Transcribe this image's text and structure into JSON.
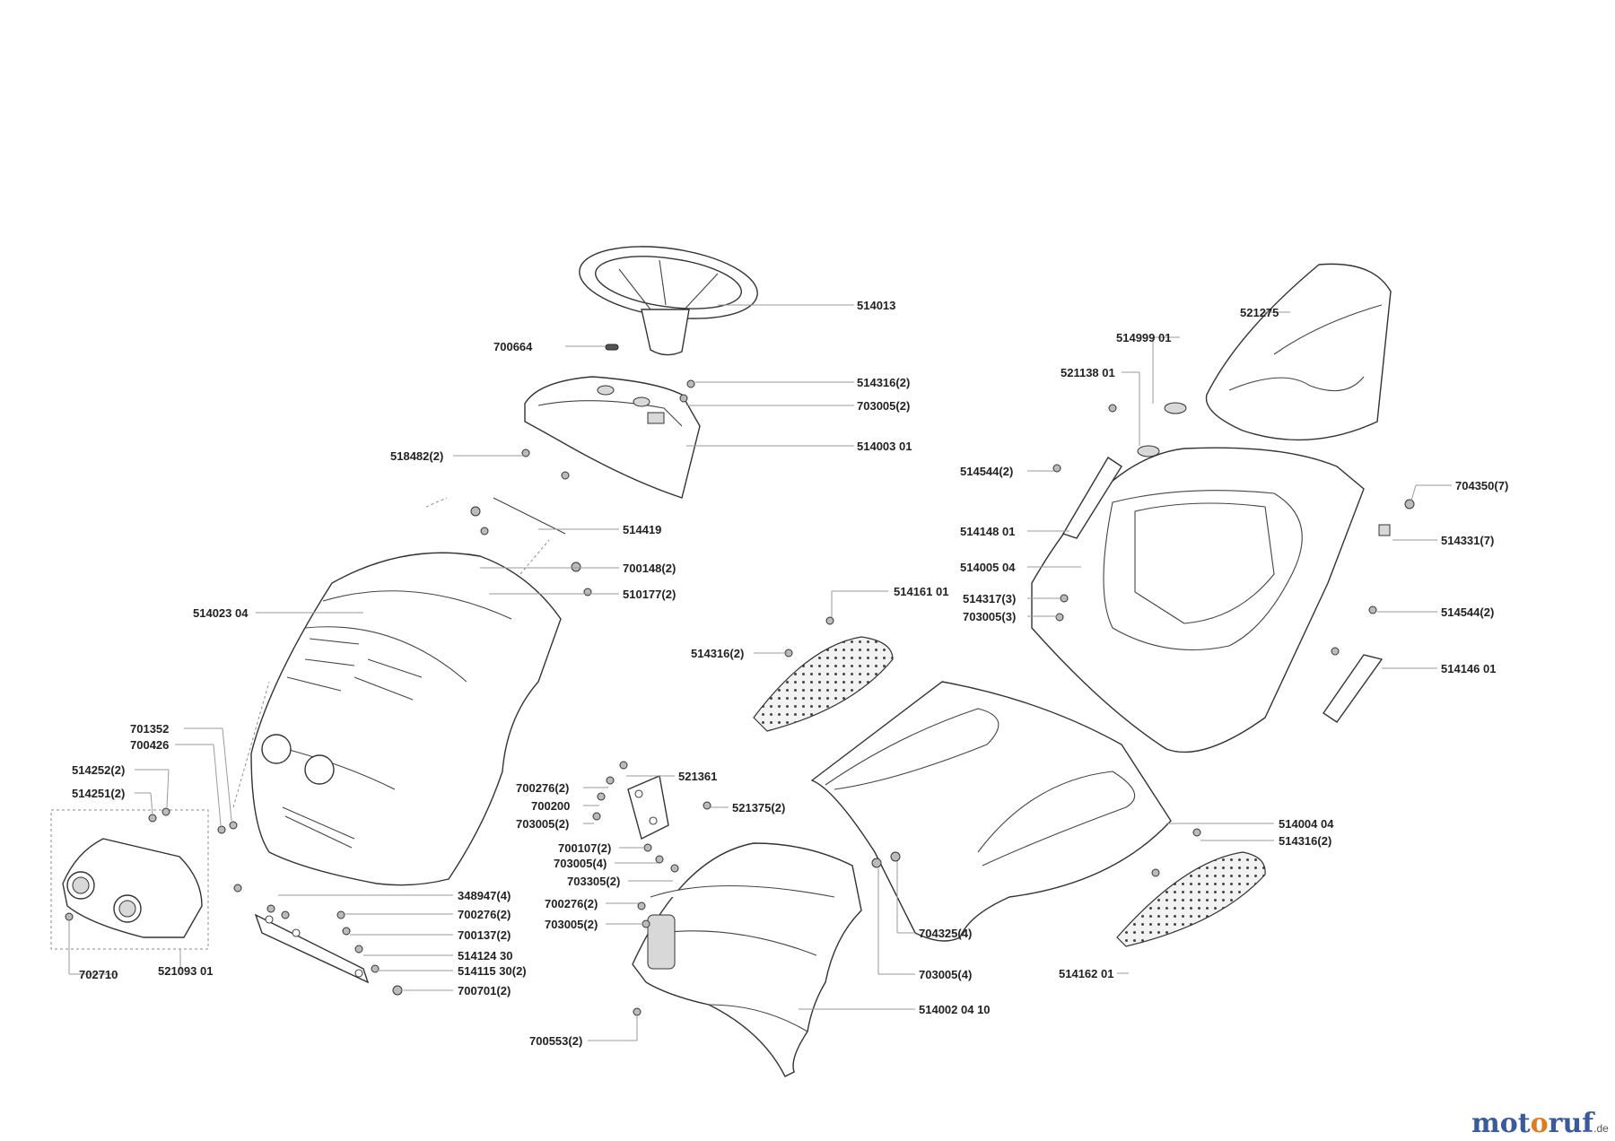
{
  "parts": [
    {
      "id": "514013",
      "label": "514013"
    },
    {
      "id": "700664",
      "label": "700664"
    },
    {
      "id": "514316-2-a",
      "label": "514316(2)"
    },
    {
      "id": "703005-2-a",
      "label": "703005(2)"
    },
    {
      "id": "518482-2",
      "label": "518482(2)"
    },
    {
      "id": "514003-01",
      "label": "514003 01"
    },
    {
      "id": "514419",
      "label": "514419"
    },
    {
      "id": "700148-2",
      "label": "700148(2)"
    },
    {
      "id": "510177-2",
      "label": "510177(2)"
    },
    {
      "id": "514023-04",
      "label": "514023 04"
    },
    {
      "id": "701352",
      "label": "701352"
    },
    {
      "id": "700426",
      "label": "700426"
    },
    {
      "id": "514252-2",
      "label": "514252(2)"
    },
    {
      "id": "514251-2",
      "label": "514251(2)"
    },
    {
      "id": "702710",
      "label": "702710"
    },
    {
      "id": "521093-01",
      "label": "521093 01"
    },
    {
      "id": "348947-4",
      "label": "348947(4)"
    },
    {
      "id": "700276-2-a",
      "label": "700276(2)"
    },
    {
      "id": "700137-2",
      "label": "700137(2)"
    },
    {
      "id": "514124-30",
      "label": "514124 30"
    },
    {
      "id": "514115-30-2",
      "label": "514115 30(2)"
    },
    {
      "id": "700701-2",
      "label": "700701(2)"
    },
    {
      "id": "700276-2-b",
      "label": "700276(2)"
    },
    {
      "id": "700200",
      "label": "700200"
    },
    {
      "id": "703005-2-b",
      "label": "703005(2)"
    },
    {
      "id": "521361",
      "label": "521361"
    },
    {
      "id": "521375-2",
      "label": "521375(2)"
    },
    {
      "id": "700107-2",
      "label": "700107(2)"
    },
    {
      "id": "703005-4-a",
      "label": "703005(4)"
    },
    {
      "id": "703305-2",
      "label": "703305(2)"
    },
    {
      "id": "700276-2-c",
      "label": "700276(2)"
    },
    {
      "id": "703005-2-c",
      "label": "703005(2)"
    },
    {
      "id": "700553-2",
      "label": "700553(2)"
    },
    {
      "id": "704325-4",
      "label": "704325(4)"
    },
    {
      "id": "703005-4-b",
      "label": "703005(4)"
    },
    {
      "id": "514002-04-10",
      "label": "514002 04 10"
    },
    {
      "id": "514316-2-b",
      "label": "514316(2)"
    },
    {
      "id": "514161-01",
      "label": "514161 01"
    },
    {
      "id": "514004-04",
      "label": "514004 04"
    },
    {
      "id": "514316-2-c",
      "label": "514316(2)"
    },
    {
      "id": "514162-01",
      "label": "514162 01"
    },
    {
      "id": "521275",
      "label": "521275"
    },
    {
      "id": "514999-01",
      "label": "514999 01"
    },
    {
      "id": "521138-01",
      "label": "521138 01"
    },
    {
      "id": "514544-2-a",
      "label": "514544(2)"
    },
    {
      "id": "514148-01",
      "label": "514148 01"
    },
    {
      "id": "514005-04",
      "label": "514005 04"
    },
    {
      "id": "514317-3",
      "label": "514317(3)"
    },
    {
      "id": "703005-3",
      "label": "703005(3)"
    },
    {
      "id": "704350-7",
      "label": "704350(7)"
    },
    {
      "id": "514331-7",
      "label": "514331(7)"
    },
    {
      "id": "514544-2-b",
      "label": "514544(2)"
    },
    {
      "id": "514146-01",
      "label": "514146 01"
    }
  ],
  "logo": {
    "part1": "mot",
    "part2": "o",
    "part3": "ruf",
    "tld": ".de"
  }
}
